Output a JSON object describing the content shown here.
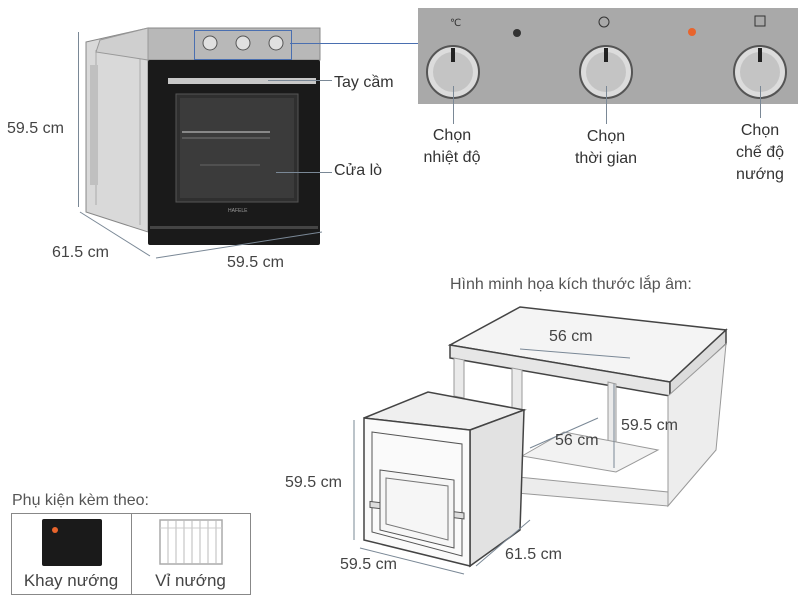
{
  "oven": {
    "height": "59.5 cm",
    "depth": "61.5 cm",
    "width": "59.5 cm",
    "callout_handle": "Tay cầm",
    "callout_door": "Cửa lò",
    "brand_text": "HAFELE"
  },
  "panel": {
    "knob_temperature_label": "Chọn\nnhiệt độ",
    "knob_timer_label": "Chọn\nthời gian",
    "knob_mode_label": "Chọn\nchế độ\nnướng"
  },
  "install": {
    "title": "Hình minh họa kích thước lắp âm:",
    "cabinet_width": "56 cm",
    "cabinet_depth": "56 cm",
    "cabinet_height": "59.5 cm",
    "oven_height": "59.5 cm",
    "oven_width": "59.5 cm",
    "oven_depth": "61.5 cm"
  },
  "accessories": {
    "title": "Phụ kiện kèm theo:",
    "items": [
      "Khay nướng",
      "Vỉ nướng"
    ]
  },
  "colors": {
    "guide_line": "#7a8896",
    "panel_bg": "#a9a9a9",
    "oven_body": "#1a1a1a",
    "accent": "#e8642c"
  }
}
